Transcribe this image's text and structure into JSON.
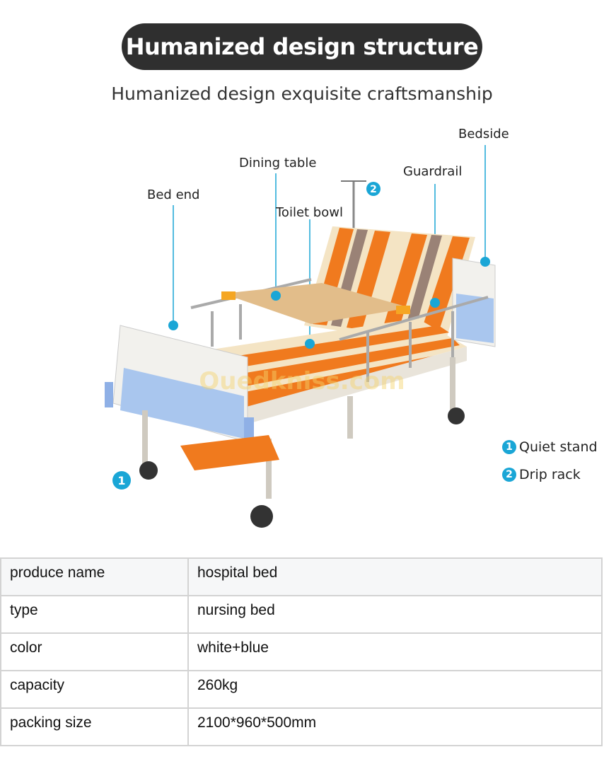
{
  "header": {
    "title": "Humanized design structure",
    "subtitle": "Humanized design exquisite craftsmanship"
  },
  "labels": {
    "bed_end": "Bed end",
    "dining_table": "Dining table",
    "toilet_bowl": "Toilet bowl",
    "guardrail": "Guardrail",
    "bedside": "Bedside",
    "marker_2": "2",
    "marker_1": "1"
  },
  "legend": [
    {
      "num": "1",
      "label": "Quiet stand"
    },
    {
      "num": "2",
      "label": "Drip rack"
    }
  ],
  "watermark": "Ouedkniss.com",
  "colors": {
    "accent": "#1aa6d6",
    "orange": "#f07a1e",
    "pill": "#2f2f2f"
  },
  "specs": [
    {
      "key": "produce name",
      "value": "hospital bed"
    },
    {
      "key": "type",
      "value": "nursing bed"
    },
    {
      "key": "color",
      "value": "white+blue"
    },
    {
      "key": "capacity",
      "value": "260kg"
    },
    {
      "key": "packing size",
      "value": "2100*960*500mm"
    }
  ]
}
